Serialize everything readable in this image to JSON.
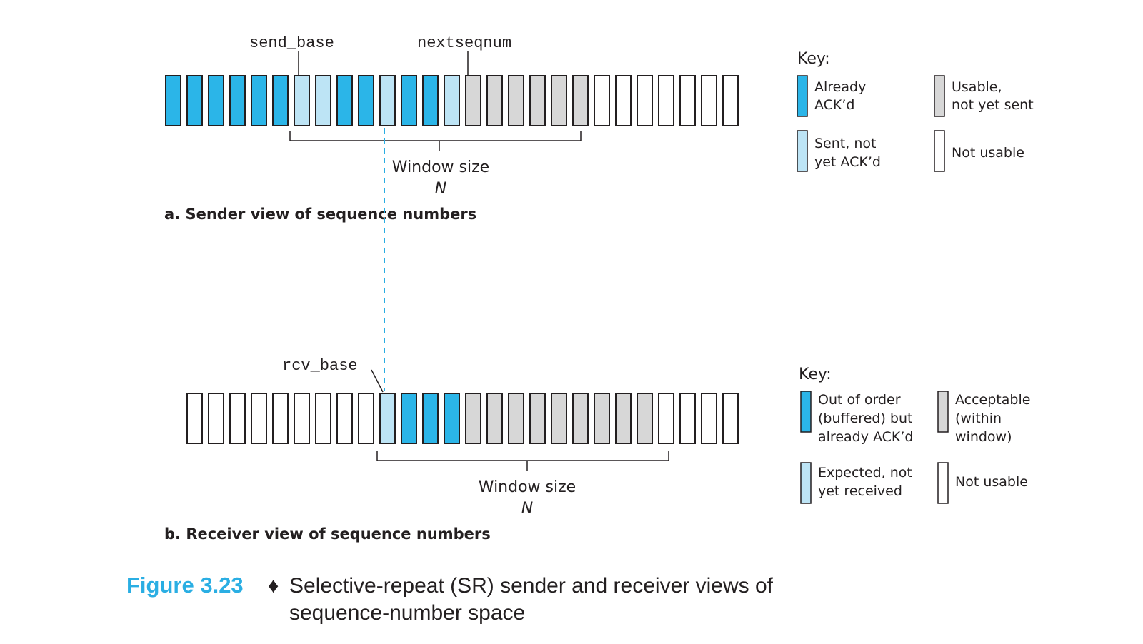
{
  "colors": {
    "acked": "#2bb5e8",
    "sent_not_acked": "#bde4f5",
    "usable": "#d7d7d7",
    "not_usable": "#ffffff",
    "outline": "#231f20",
    "accent": "#2aaee3"
  },
  "sender": {
    "cells": [
      "acked",
      "acked",
      "acked",
      "acked",
      "acked",
      "acked",
      "sent",
      "sent",
      "acked",
      "acked",
      "sent",
      "acked",
      "acked",
      "sent",
      "usable",
      "usable",
      "usable",
      "usable",
      "usable",
      "usable",
      "empty",
      "empty",
      "empty",
      "empty",
      "empty",
      "empty",
      "empty"
    ],
    "send_base_label": "send_base",
    "nextseqnum_label": "nextseqnum",
    "window_label": "Window size",
    "window_var": "N",
    "caption": "a. Sender view of sequence numbers",
    "key": {
      "title": "Key:",
      "acked_line1": "Already",
      "acked_line2": "ACK’d",
      "usable_line1": "Usable,",
      "usable_line2": "not yet sent",
      "sent_line1": "Sent, not",
      "sent_line2": "yet ACK’d",
      "not_usable": "Not usable"
    }
  },
  "receiver": {
    "cells": [
      "empty",
      "empty",
      "empty",
      "empty",
      "empty",
      "empty",
      "empty",
      "empty",
      "empty",
      "expected",
      "ooo",
      "ooo",
      "ooo",
      "acceptable",
      "acceptable",
      "acceptable",
      "acceptable",
      "acceptable",
      "acceptable",
      "acceptable",
      "acceptable",
      "acceptable",
      "empty",
      "empty",
      "empty",
      "empty"
    ],
    "rcv_base_label": "rcv_base",
    "window_label": "Window size",
    "window_var": "N",
    "caption": "b. Receiver view of sequence numbers",
    "key": {
      "title": "Key:",
      "ooo_line1": "Out of order",
      "ooo_line2": "(buffered) but",
      "ooo_line3": "already ACK’d",
      "acceptable_line1": "Acceptable",
      "acceptable_line2": "(within",
      "acceptable_line3": "window)",
      "expected_line1": "Expected, not",
      "expected_line2": "yet received",
      "not_usable": "Not usable"
    }
  },
  "figure": {
    "number": "Figure 3.23",
    "separator": "♦",
    "caption_line1": "Selective-repeat (SR) sender and receiver views of",
    "caption_line2": "sequence-number space"
  }
}
